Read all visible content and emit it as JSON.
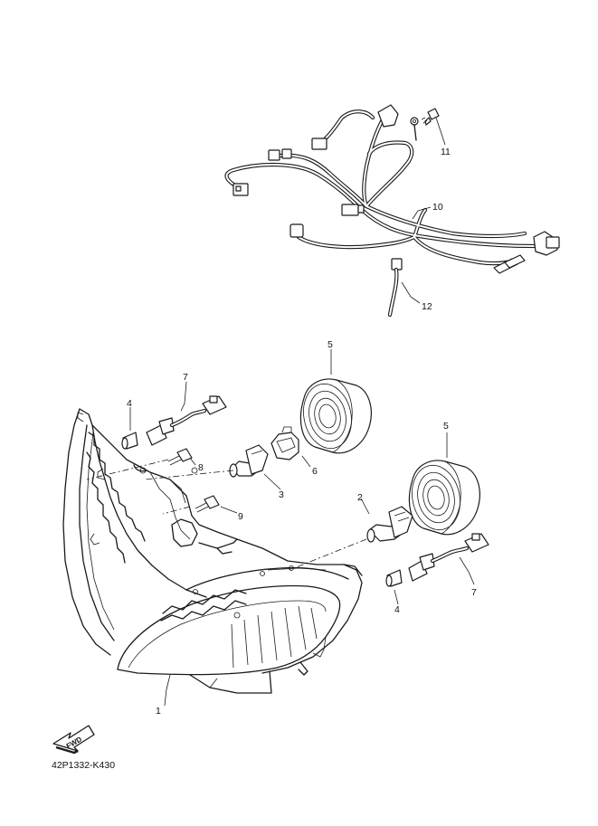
{
  "diagram": {
    "catalog_code": "42P1332-K430",
    "fwd_label": "FWD",
    "callouts": [
      {
        "id": "c1",
        "label": "1"
      },
      {
        "id": "c2",
        "label": "2"
      },
      {
        "id": "c3",
        "label": "3"
      },
      {
        "id": "c4a",
        "label": "4"
      },
      {
        "id": "c4b",
        "label": "4"
      },
      {
        "id": "c5a",
        "label": "5"
      },
      {
        "id": "c5b",
        "label": "5"
      },
      {
        "id": "c6",
        "label": "6"
      },
      {
        "id": "c7a",
        "label": "7"
      },
      {
        "id": "c7b",
        "label": "7"
      },
      {
        "id": "c8",
        "label": "8"
      },
      {
        "id": "c9",
        "label": "9"
      },
      {
        "id": "c10",
        "label": "10"
      },
      {
        "id": "c11",
        "label": "11"
      },
      {
        "id": "c12",
        "label": "12"
      }
    ]
  }
}
